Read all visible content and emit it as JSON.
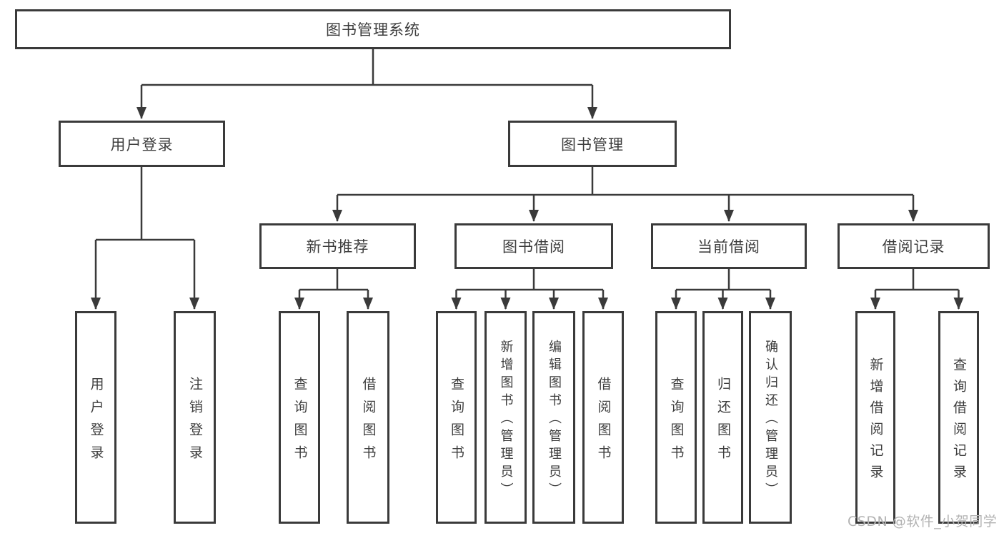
{
  "diagram": {
    "type": "tree",
    "root": {
      "label": "图书管理系统"
    },
    "branches": [
      {
        "label": "用户登录",
        "children": [
          {
            "label": "用户登录"
          },
          {
            "label": "注销登录"
          }
        ]
      },
      {
        "label": "图书管理",
        "children": [
          {
            "label": "新书推荐",
            "children": [
              {
                "label": "查询图书"
              },
              {
                "label": "借阅图书"
              }
            ]
          },
          {
            "label": "图书借阅",
            "children": [
              {
                "label": "查询图书"
              },
              {
                "label": "新增图书（管理员）"
              },
              {
                "label": "编辑图书（管理员）"
              },
              {
                "label": "借阅图书"
              }
            ]
          },
          {
            "label": "当前借阅",
            "children": [
              {
                "label": "查询图书"
              },
              {
                "label": "归还图书"
              },
              {
                "label": "确认归还（管理员）"
              }
            ]
          },
          {
            "label": "借阅记录",
            "children": [
              {
                "label": "新增借阅记录"
              },
              {
                "label": "查询借阅记录"
              }
            ]
          }
        ]
      }
    ]
  },
  "watermark": "CSDN @软件_小贺同学",
  "colors": {
    "line": "#3a3a3a",
    "box_border": "#3a3a3a",
    "text": "#3d3d3d",
    "background": "#ffffff",
    "watermark": "#b3b3b3"
  }
}
